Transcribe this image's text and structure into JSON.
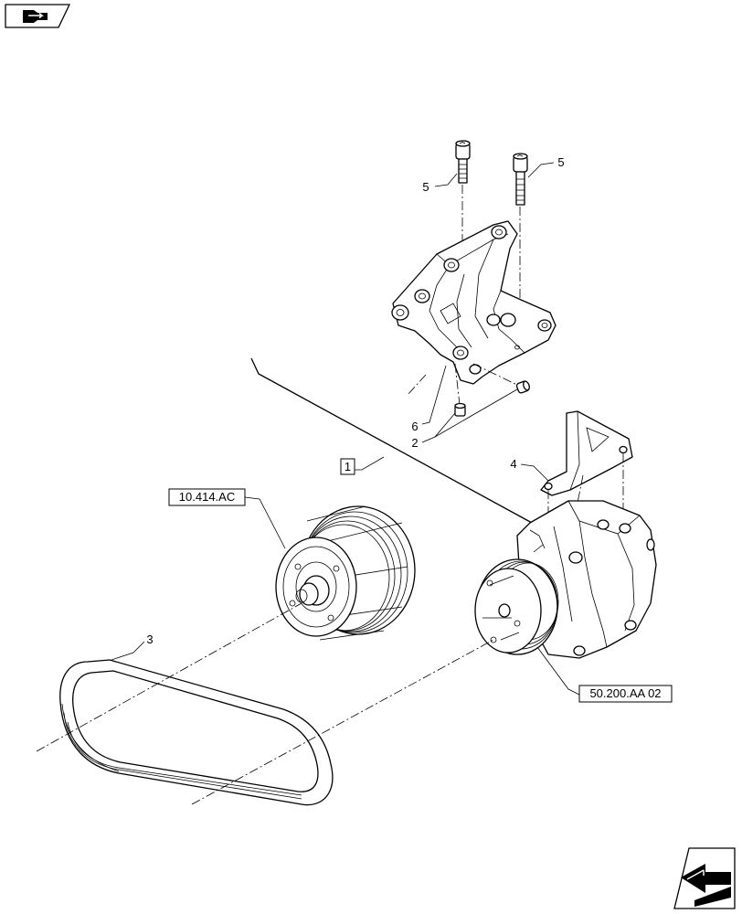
{
  "callouts": {
    "bolt_left": "5",
    "bolt_right": "5",
    "bracket_item": "6",
    "dowel_item": "2",
    "bracket_small": "4",
    "belt": "3"
  },
  "boxed_refs": {
    "assembly_ref": "1",
    "pulley_ref": "10.414.AC",
    "compressor_ref": "50.200.AA 02"
  },
  "icons": {
    "top_nav": "back-arrow-icon",
    "bottom_nav": "forward-arrow-icon"
  }
}
